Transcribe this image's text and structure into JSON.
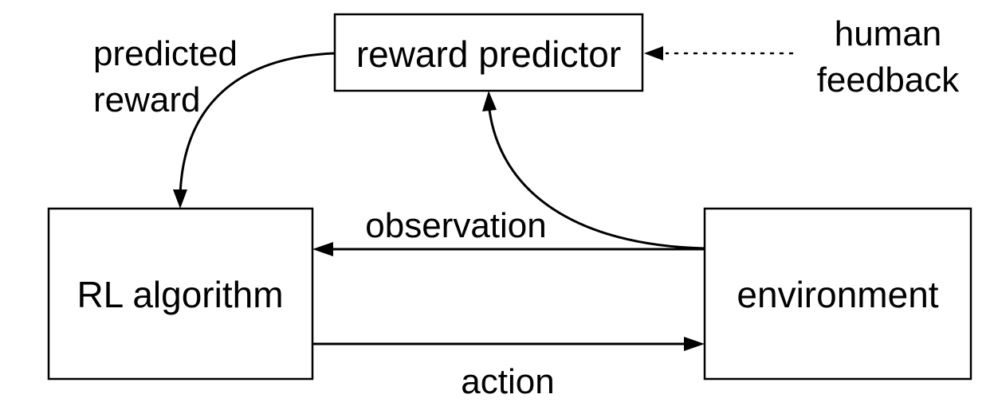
{
  "nodes": {
    "reward_predictor": "reward predictor",
    "rl_algorithm": "RL algorithm",
    "environment": "environment"
  },
  "edges": {
    "predicted_reward_line1": "predicted",
    "predicted_reward_line2": "reward",
    "human_feedback_line1": "human",
    "human_feedback_line2": "feedback",
    "observation": "observation",
    "action": "action"
  },
  "colors": {
    "stroke": "#000000",
    "background": "#ffffff"
  }
}
